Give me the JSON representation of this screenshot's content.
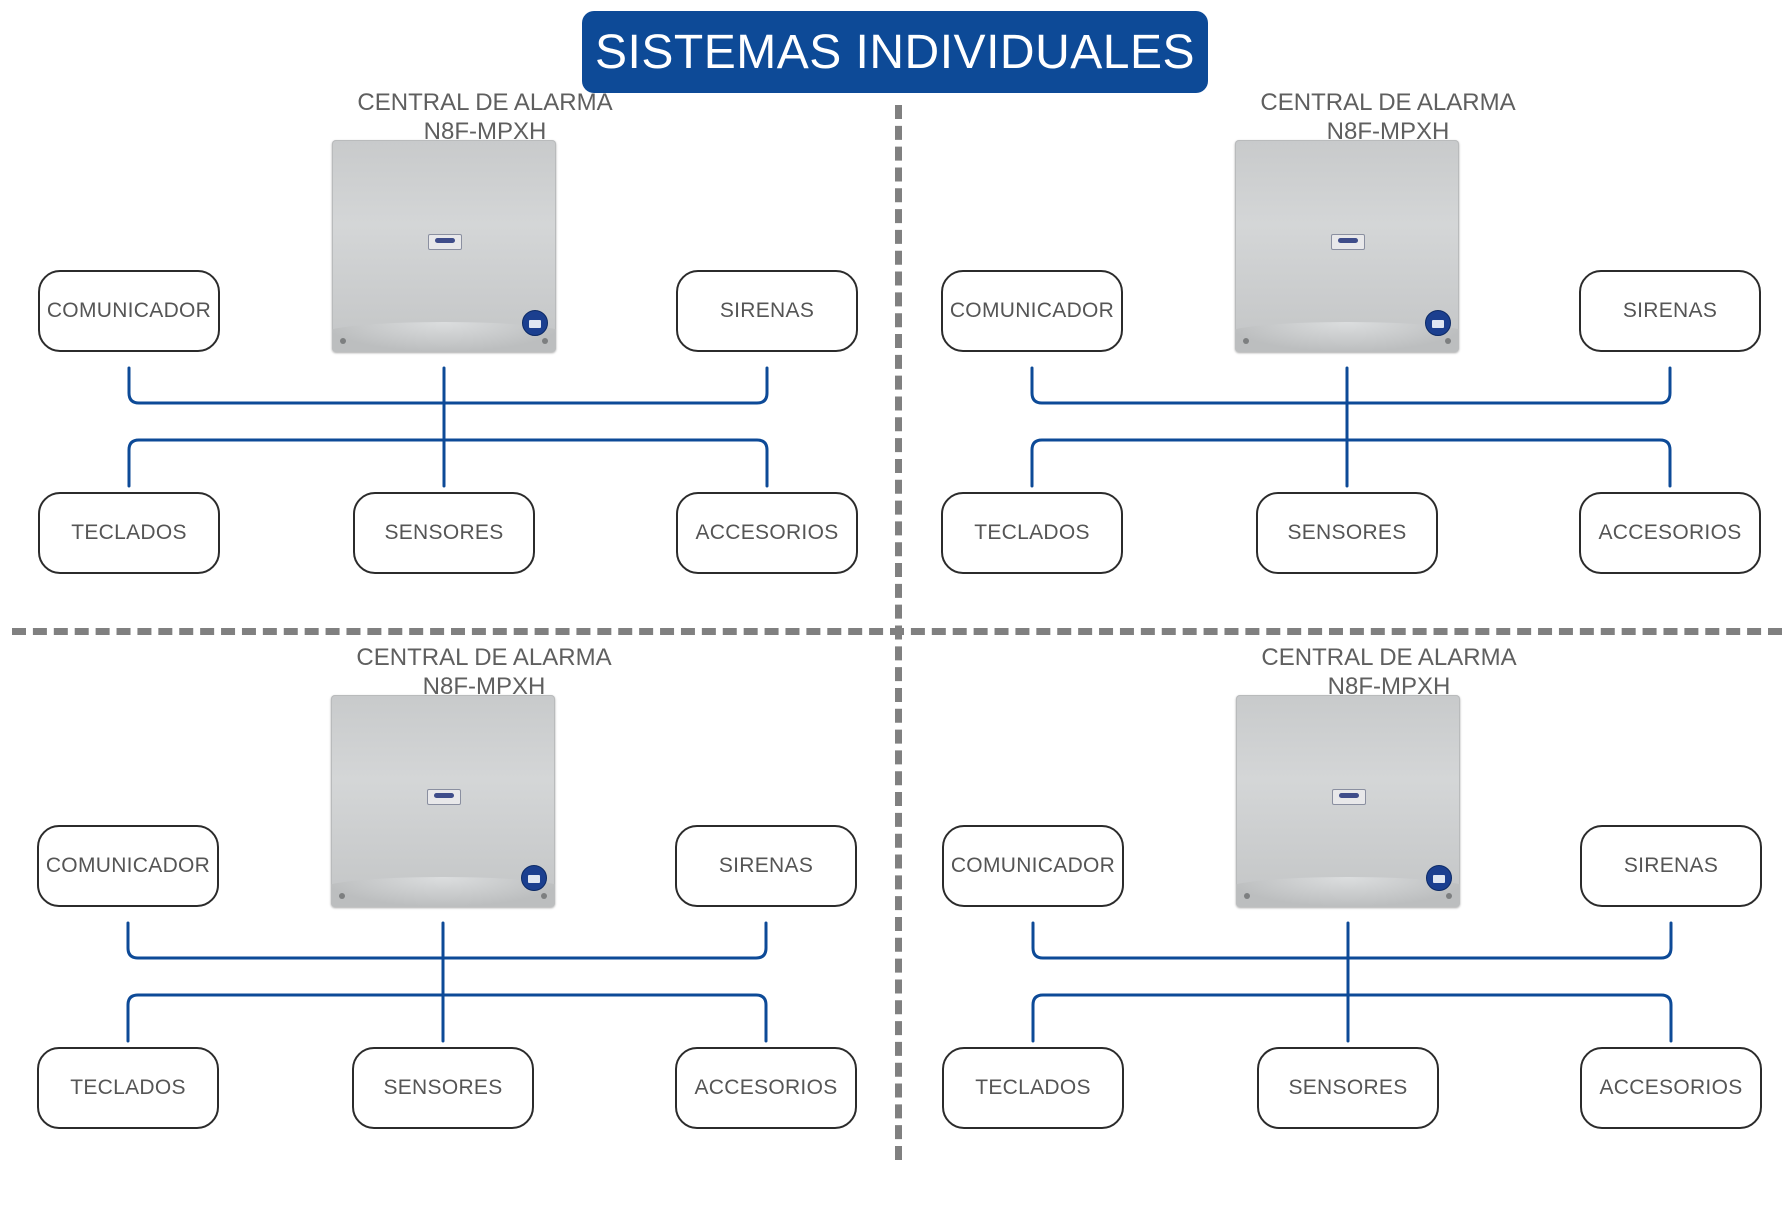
{
  "title": "SISTEMAS INDIVIDUALES",
  "colors": {
    "title_background": "#0d4a97",
    "wire": "#0d4a97",
    "divider": "#808080",
    "node_border": "#2b2b2b",
    "node_text": "#555555"
  },
  "systems": [
    {
      "central_label": "CENTRAL DE ALARMA",
      "model": "N8F-MPXH",
      "nodes": {
        "comunicador": "COMUNICADOR",
        "sirenas": "SIRENAS",
        "teclados": "TECLADOS",
        "sensores": "SENSORES",
        "accesorios": "ACCESORIOS"
      }
    },
    {
      "central_label": "CENTRAL DE ALARMA",
      "model": "N8F-MPXH",
      "nodes": {
        "comunicador": "COMUNICADOR",
        "sirenas": "SIRENAS",
        "teclados": "TECLADOS",
        "sensores": "SENSORES",
        "accesorios": "ACCESORIOS"
      }
    },
    {
      "central_label": "CENTRAL DE ALARMA",
      "model": "N8F-MPXH",
      "nodes": {
        "comunicador": "COMUNICADOR",
        "sirenas": "SIRENAS",
        "teclados": "TECLADOS",
        "sensores": "SENSORES",
        "accesorios": "ACCESORIOS"
      }
    },
    {
      "central_label": "CENTRAL DE ALARMA",
      "model": "N8F-MPXH",
      "nodes": {
        "comunicador": "COMUNICADOR",
        "sirenas": "SIRENAS",
        "teclados": "TECLADOS",
        "sensores": "SENSORES",
        "accesorios": "ACCESORIOS"
      }
    }
  ]
}
